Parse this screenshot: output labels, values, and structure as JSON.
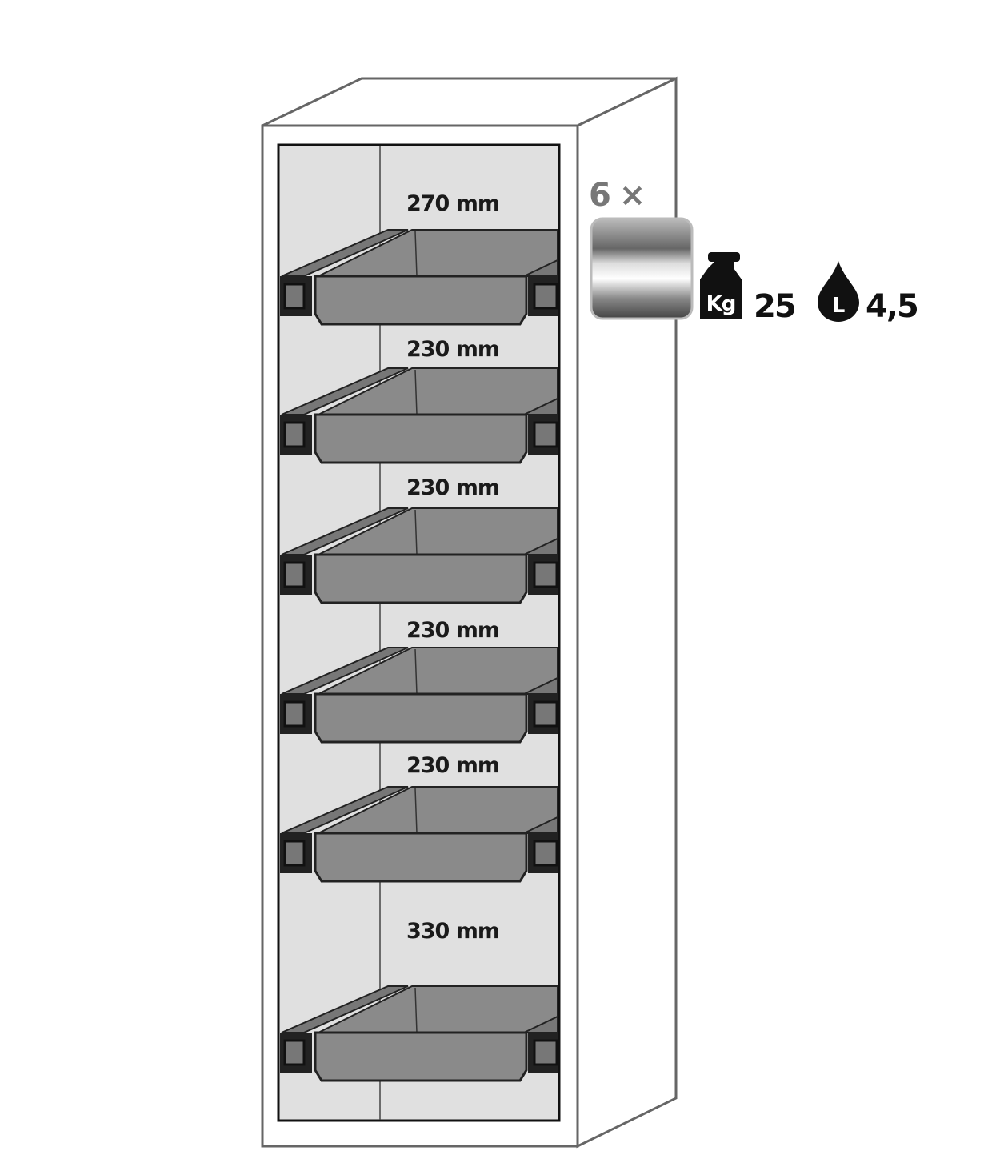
{
  "drawer_count_label": "6 ×",
  "drawer_count_color": "#777777",
  "load": {
    "unit_icon_label": "Kg",
    "value": "25"
  },
  "volume": {
    "unit_icon_label": "L",
    "value": "4,5"
  },
  "spacings": [
    "270 mm",
    "230 mm",
    "230 mm",
    "230 mm",
    "230 mm",
    "330 mm"
  ],
  "colors": {
    "interior": "#e0e0e0",
    "tray": "#8a8a8a",
    "outline": "#555555",
    "bracket": "#222222"
  }
}
